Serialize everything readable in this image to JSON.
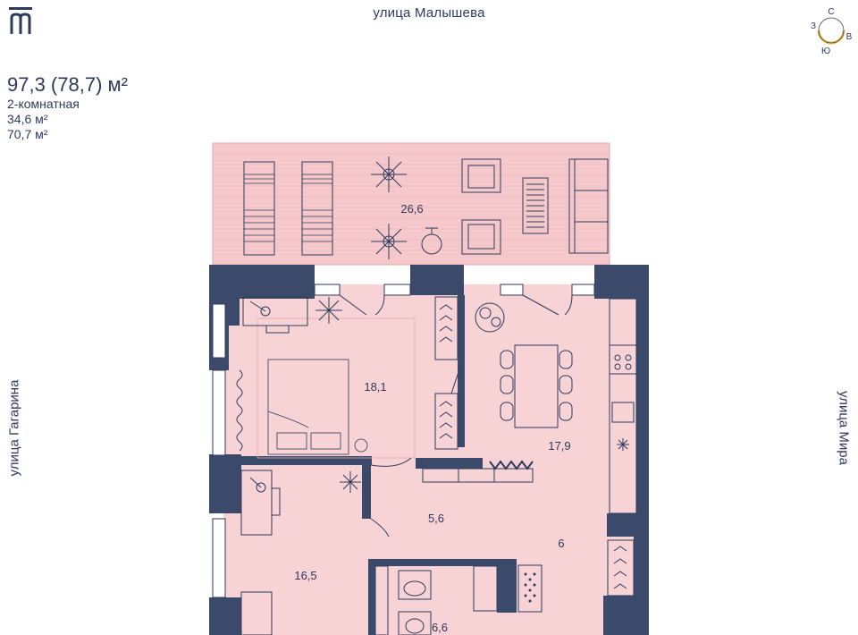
{
  "header": {
    "logo_icon": "m-logo-icon",
    "street_top": "улица Малышева",
    "street_left": "улица Гагарина",
    "street_right": "улица Мира"
  },
  "apartment": {
    "area": "97,3 (78,7) м²",
    "type": "2-комнатная",
    "living_area": "34,6 м²",
    "other_area": "70,7 м²"
  },
  "compass": {
    "north": "С",
    "west": "З",
    "east": "В",
    "south": "Ю"
  },
  "rooms": {
    "terrace": "26,6",
    "bedroom": "18,1",
    "living": "17,9",
    "hall": "5,6",
    "kitchen_area": "6",
    "room2": "16,5",
    "bath": "6,6"
  },
  "colors": {
    "wall": "#3b4a6b",
    "floor": "#f7d3d6",
    "terrace": "#f5c9cc",
    "line": "#2d3a5c",
    "accent": "#f1c14a"
  }
}
